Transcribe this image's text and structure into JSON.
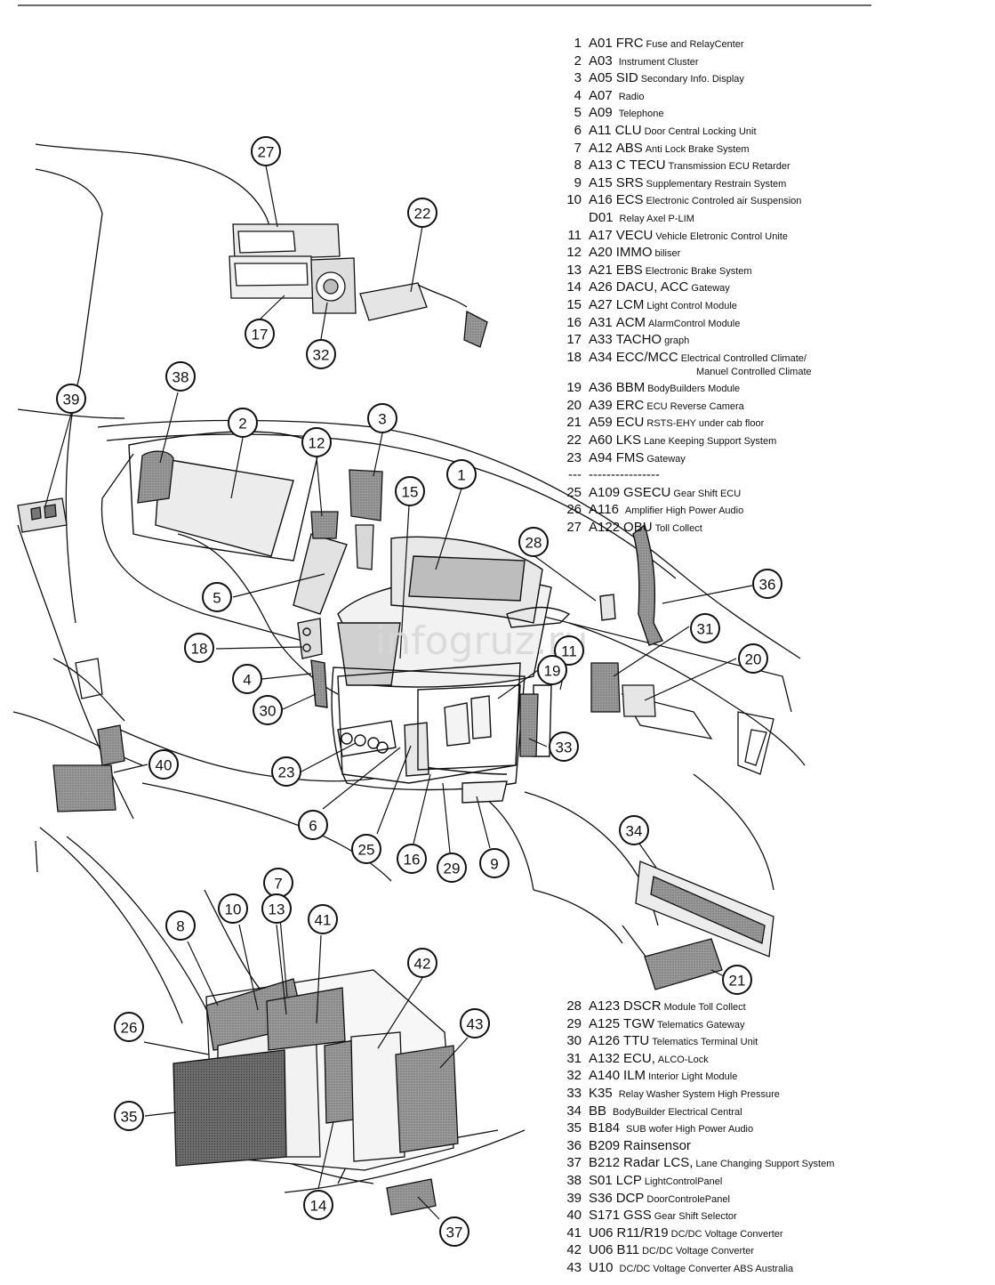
{
  "watermark": "infogruz.ru",
  "legend_top": [
    {
      "num": "1",
      "code": "A01",
      "abbr": "FRC",
      "desc": "Fuse and RelayCenter"
    },
    {
      "num": "2",
      "code": "A03",
      "abbr": "",
      "desc": "Instrument  Cluster"
    },
    {
      "num": "3",
      "code": "A05",
      "abbr": "SID",
      "desc": "Secondary Info. Display"
    },
    {
      "num": "4",
      "code": "A07",
      "abbr": "",
      "desc": "Radio"
    },
    {
      "num": "5",
      "code": "A09",
      "abbr": "",
      "desc": "Telephone"
    },
    {
      "num": "6",
      "code": "A11",
      "abbr": "CLU",
      "desc": "Door Central Locking Unit"
    },
    {
      "num": "7",
      "code": "A12",
      "abbr": "ABS",
      "desc": "Anti Lock Brake System"
    },
    {
      "num": "8",
      "code": "A13 C",
      "abbr": "TECU",
      "desc": "Transmission ECU Retarder"
    },
    {
      "num": "9",
      "code": "A15",
      "abbr": "SRS",
      "desc": "Supplementary Restrain System"
    },
    {
      "num": "10",
      "code": "A16",
      "abbr": "ECS",
      "desc": "Electronic Controled air Suspension"
    },
    {
      "num": "",
      "code": "D01",
      "abbr": "",
      "desc": "Relay Axel P-LIM"
    },
    {
      "num": "11",
      "code": "A17",
      "abbr": "VECU",
      "desc": "Vehicle Eletronic Control Unite"
    },
    {
      "num": "12",
      "code": "A20",
      "abbr": "IMMO",
      "desc": "biliser"
    },
    {
      "num": "13",
      "code": "A21",
      "abbr": "EBS",
      "desc": "Electronic Brake System"
    },
    {
      "num": "14",
      "code": "A26",
      "abbr": "DACU, ACC",
      "desc": "Gateway"
    },
    {
      "num": "15",
      "code": "A27",
      "abbr": "LCM",
      "desc": "Light Control Module"
    },
    {
      "num": "16",
      "code": "A31",
      "abbr": "ACM",
      "desc": "AlarmControl Module"
    },
    {
      "num": "17",
      "code": "A33",
      "abbr": "TACHO",
      "desc": "graph"
    },
    {
      "num": "18",
      "code": "A34",
      "abbr": "ECC/MCC",
      "desc": "Electrical Controlled Climate/"
    },
    {
      "num": "",
      "code": "",
      "abbr": "",
      "desc": "Manuel Controlled Climate"
    },
    {
      "num": "19",
      "code": "A36",
      "abbr": "BBM",
      "desc": "BodyBuilders Module"
    },
    {
      "num": "20",
      "code": "A39",
      "abbr": "ERC",
      "desc": "ECU Reverse Camera"
    },
    {
      "num": "21",
      "code": "A59",
      "abbr": "ECU",
      "desc": "RSTS-EHY under cab floor"
    },
    {
      "num": "22",
      "code": "A60",
      "abbr": "LKS",
      "desc": "Lane Keeping Support System"
    },
    {
      "num": "23",
      "code": "A94",
      "abbr": "FMS",
      "desc": "Gateway"
    },
    {
      "num": "---",
      "code": "----------------",
      "abbr": "",
      "desc": ""
    },
    {
      "num": "25",
      "code": "A109",
      "abbr": "GSECU",
      "desc": "Gear Shift ECU"
    },
    {
      "num": "26",
      "code": "A116",
      "abbr": "",
      "desc": "Amplifier High Power Audio"
    },
    {
      "num": "27",
      "code": "A122",
      "abbr": "OBU",
      "desc": "Toll Collect"
    }
  ],
  "legend_bottom": [
    {
      "num": "28",
      "code": "A123",
      "abbr": "DSCR",
      "desc": "Module Toll Collect"
    },
    {
      "num": "29",
      "code": "A125",
      "abbr": "TGW",
      "desc": "Telematics Gateway"
    },
    {
      "num": "30",
      "code": "A126",
      "abbr": "TTU",
      "desc": "Telematics Terminal Unit"
    },
    {
      "num": "31",
      "code": "A132",
      "abbr": "ECU,",
      "desc": "ALCO-Lock"
    },
    {
      "num": "32",
      "code": "A140",
      "abbr": "ILM",
      "desc": "Interior Light Module"
    },
    {
      "num": "33",
      "code": "K35",
      "abbr": "",
      "desc": "Relay Washer System High Pressure"
    },
    {
      "num": "34",
      "code": "BB",
      "abbr": "",
      "desc": "BodyBuilder Electrical Central"
    },
    {
      "num": "35",
      "code": "B184",
      "abbr": "",
      "desc": "SUB wofer High Power Audio"
    },
    {
      "num": "36",
      "code": "B209",
      "abbr": "Rainsensor",
      "desc": ""
    },
    {
      "num": "37",
      "code": "B212",
      "abbr": "Radar LCS,",
      "desc": "Lane Changing Support System"
    },
    {
      "num": "38",
      "code": "S01",
      "abbr": "LCP",
      "desc": "LightControlPanel"
    },
    {
      "num": "39",
      "code": "S36",
      "abbr": "DCP",
      "desc": "DoorControlePanel"
    },
    {
      "num": "40",
      "code": "S171",
      "abbr": "GSS",
      "desc": "Gear Shift Selector"
    },
    {
      "num": "41",
      "code": "U06",
      "abbr": "R11/R19",
      "desc": "DC/DC Voltage Converter"
    },
    {
      "num": "42",
      "code": "U06",
      "abbr": "B11",
      "desc": "DC/DC Voltage Converter"
    },
    {
      "num": "43",
      "code": "U10",
      "abbr": "",
      "desc": "DC/DC Voltage Converter ABS Australia"
    }
  ],
  "callouts": [
    {
      "label": "27"
    },
    {
      "label": "22"
    },
    {
      "label": "17"
    },
    {
      "label": "32"
    },
    {
      "label": "38"
    },
    {
      "label": "39"
    },
    {
      "label": "2"
    },
    {
      "label": "12"
    },
    {
      "label": "3"
    },
    {
      "label": "15"
    },
    {
      "label": "1"
    },
    {
      "label": "28"
    },
    {
      "label": "36"
    },
    {
      "label": "5"
    },
    {
      "label": "18"
    },
    {
      "label": "4"
    },
    {
      "label": "30"
    },
    {
      "label": "31"
    },
    {
      "label": "20"
    },
    {
      "label": "11"
    },
    {
      "label": "19"
    },
    {
      "label": "33"
    },
    {
      "label": "40"
    },
    {
      "label": "23"
    },
    {
      "label": "6"
    },
    {
      "label": "25"
    },
    {
      "label": "16"
    },
    {
      "label": "29"
    },
    {
      "label": "9"
    },
    {
      "label": "34"
    },
    {
      "label": "21"
    },
    {
      "label": "7"
    },
    {
      "label": "8"
    },
    {
      "label": "10"
    },
    {
      "label": "13"
    },
    {
      "label": "41"
    },
    {
      "label": "42"
    },
    {
      "label": "26"
    },
    {
      "label": "43"
    },
    {
      "label": "35"
    },
    {
      "label": "14"
    },
    {
      "label": "37"
    }
  ]
}
